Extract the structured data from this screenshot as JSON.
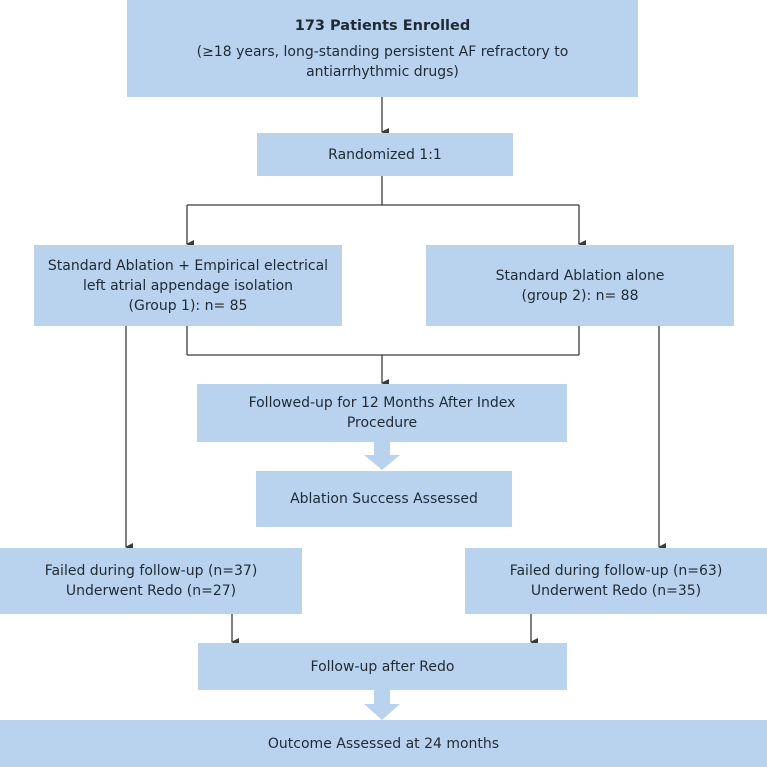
{
  "enrolled": {
    "title": "173 Patients Enrolled",
    "line1": "(≥18 years, long-standing persistent AF refractory to",
    "line2": "antiarrhythmic drugs)"
  },
  "randomized": {
    "label": "Randomized 1:1"
  },
  "group1": {
    "line1": "Standard Ablation + Empirical electrical",
    "line2": "left atrial appendage isolation",
    "line3": "(Group 1): n= 85"
  },
  "group2": {
    "line1": "Standard Ablation alone",
    "line2": "(group 2): n= 88"
  },
  "followup": {
    "line1": "Followed-up for 12 Months After Index",
    "line2": "Procedure"
  },
  "success": {
    "label": "Ablation Success Assessed"
  },
  "failed1": {
    "line1": "Failed during follow-up (n=37)",
    "line2": "Underwent Redo (n=27)"
  },
  "failed2": {
    "line1": "Failed during follow-up (n=63)",
    "line2": "Underwent Redo (n=35)"
  },
  "redo_followup": {
    "label": "Follow-up after Redo"
  },
  "outcome": {
    "label": "Outcome Assessed at 24 months"
  },
  "colors": {
    "box": "#b9d3ee",
    "line": "#3a3a3a",
    "arrow_block": "#b9d3ee"
  }
}
